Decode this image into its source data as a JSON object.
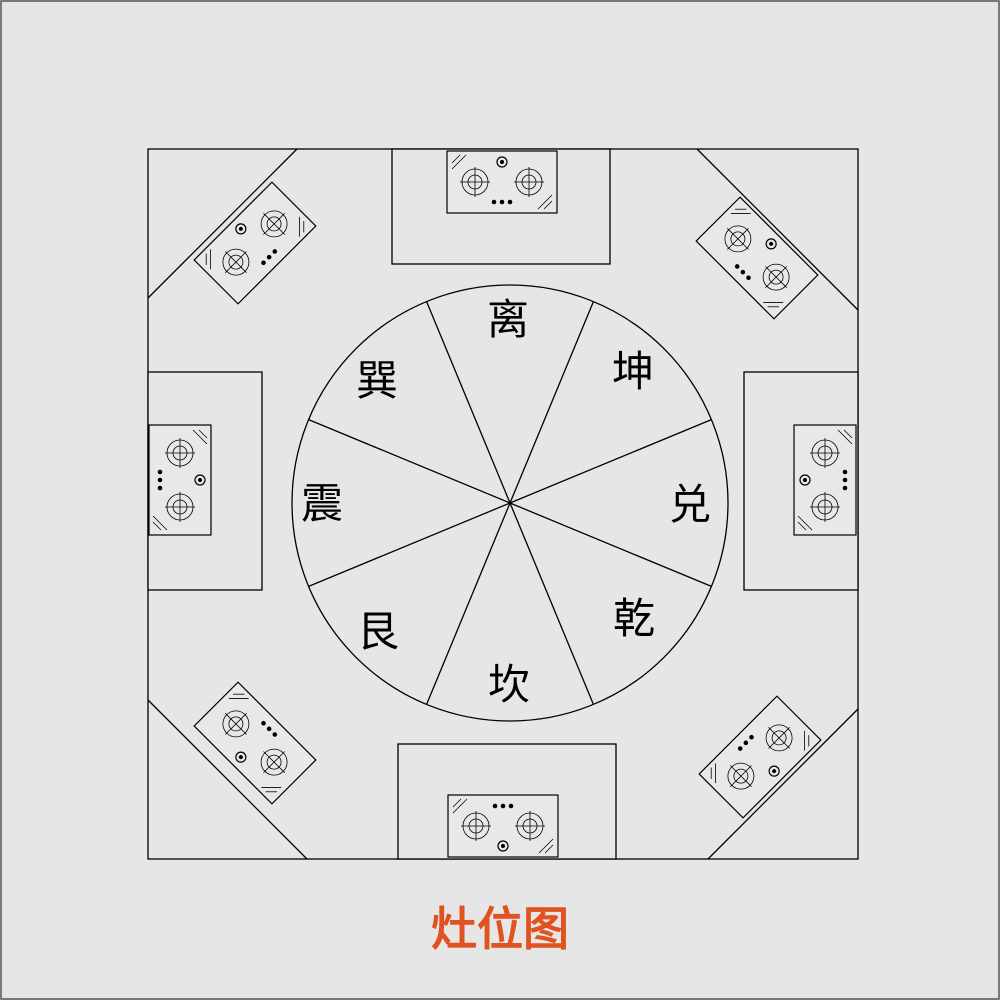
{
  "title": "灶位图",
  "trigrams": {
    "li": "离",
    "kun": "坤",
    "dui": "兑",
    "qian": "乾",
    "kan": "坎",
    "gen": "艮",
    "zhen": "震",
    "xun": "巽"
  },
  "colors": {
    "background": "#e6e6e6",
    "lines": "#000000",
    "title": "#e0521f"
  },
  "icons": [
    "gas-stove-icon"
  ]
}
